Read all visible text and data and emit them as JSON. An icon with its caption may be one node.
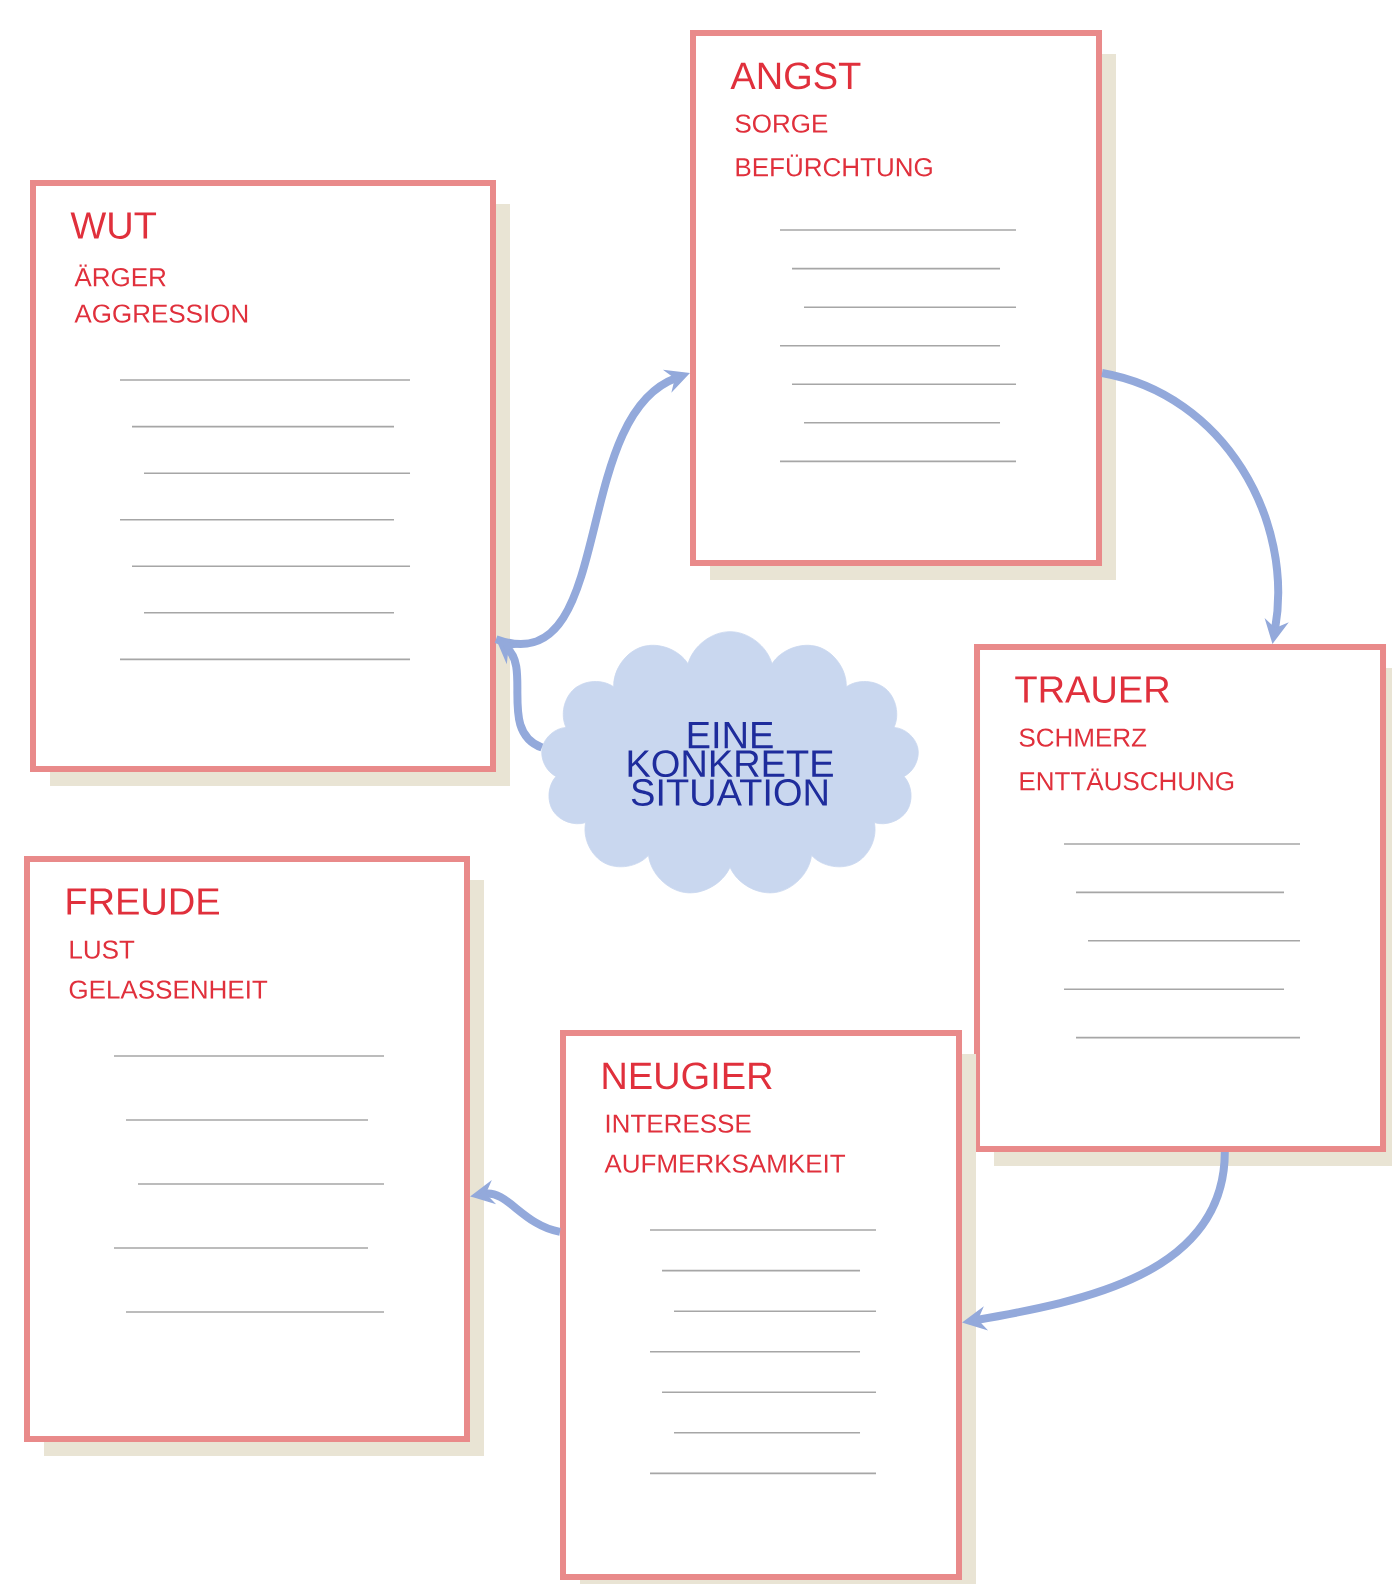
{
  "diagram": {
    "nodes": [
      {
        "text": [
          "WUT",
          "ÄRGER",
          "AGGRESSION"
        ]
      },
      {
        "text": [
          "ANGST",
          "SORGE",
          "BEFÜRCHTUNG"
        ]
      },
      {
        "text": [
          "TRAUER",
          "SCHMERZ",
          "ENTTÄUSCHUNG"
        ]
      },
      {
        "text": [
          "NEUGIER",
          "INTERESSE",
          "AUFMERKSAMKEIT"
        ]
      },
      {
        "text": [
          "FREUDE",
          "LUST",
          "GELASSENHEIT"
        ]
      },
      {
        "text": [
          "EINE KONKRETE SITUATION"
        ]
      }
    ],
    "edges": [
      {
        "from": 0,
        "to": 1,
        "arrow": "to"
      },
      {
        "from": 1,
        "to": 2,
        "arrow": "to"
      },
      {
        "from": 2,
        "to": 3,
        "arrow": "to"
      },
      {
        "from": 3,
        "to": 4,
        "arrow": "to"
      },
      {
        "from": 5,
        "to": 0,
        "arrow": "to"
      }
    ]
  }
}
